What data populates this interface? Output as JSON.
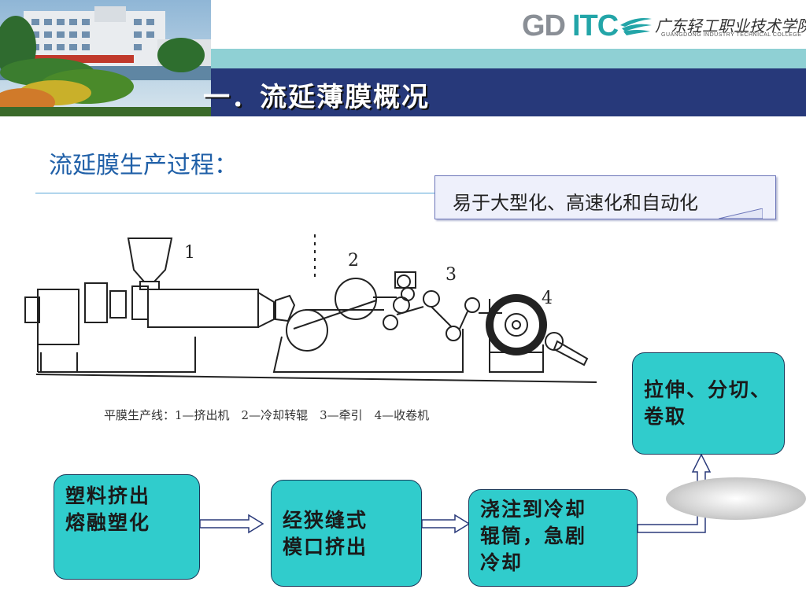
{
  "header": {
    "title": "一．流延薄膜概况",
    "logo_letters_gray": "GD",
    "logo_letters_teal": "ITC",
    "logo_chinese": "广东轻工职业技术学院",
    "logo_english": "GUANGDONG INDUSTRY TECHNICAL COLLEGE"
  },
  "subtitle": "流延膜生产过程：",
  "callout": "易于大型化、高速化和自动化",
  "diagram": {
    "labels": [
      "1",
      "2",
      "3",
      "4"
    ],
    "caption": "平膜生产线：1—挤出机　2—冷却转辊　3—牵引　4—收卷机"
  },
  "flow": {
    "steps": [
      {
        "line1": "塑料挤出",
        "line2": "熔融塑化",
        "line3": ""
      },
      {
        "line1": "经狭缝式",
        "line2": "模口挤出",
        "line3": ""
      },
      {
        "line1": "浇注到冷却",
        "line2": "辊筒，急剧",
        "line3": "冷却"
      },
      {
        "line1": "拉伸、分切、",
        "line2": "卷取",
        "line3": ""
      }
    ]
  },
  "colors": {
    "title_band": "#27397a",
    "teal_band": "#8fd0d4",
    "box_fill": "#30cccc",
    "subtitle": "#2060a8"
  }
}
